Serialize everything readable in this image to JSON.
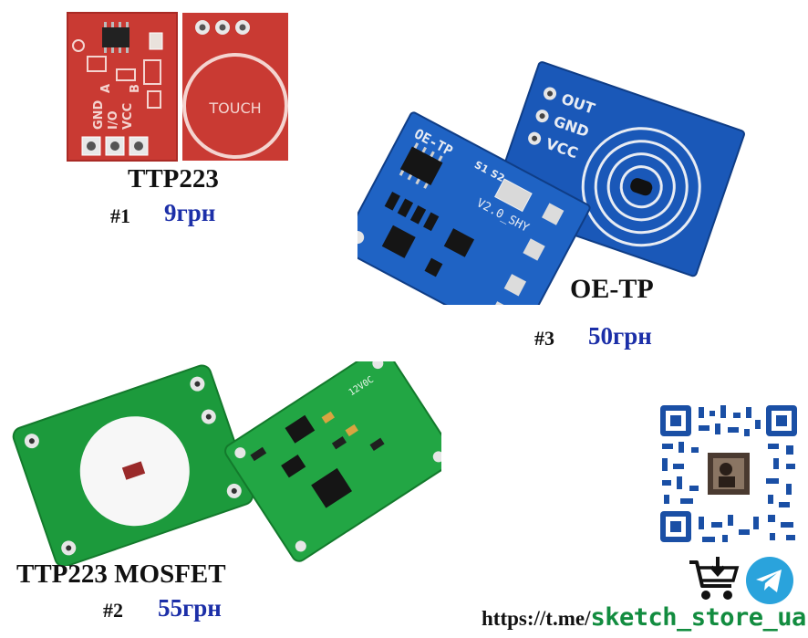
{
  "products": [
    {
      "name": "TTP223",
      "number": "#1",
      "price": "9грн"
    },
    {
      "name": "TTP223 MOSFET",
      "number": "#2",
      "price": "55грн"
    },
    {
      "name": "OE-TP",
      "number": "#3",
      "price": "50грн"
    }
  ],
  "boards": {
    "ttp223": {
      "pins": [
        "GND",
        "I/O",
        "VCC"
      ],
      "pad_label": "TOUCH",
      "pin_marks": [
        "A",
        "B"
      ],
      "color": "#c93a33"
    },
    "oe_tp": {
      "silk_title": "OE-TP",
      "switches": [
        "S1",
        "S2"
      ],
      "version": "V2.0_SHY",
      "pins": [
        "OUT",
        "GND",
        "VCC"
      ],
      "color": "#1a58b8"
    },
    "mosfet": {
      "silk": "12V0C",
      "color": "#1c9a3c"
    }
  },
  "contact": {
    "url_prefix": "https://t.me/",
    "handle": "sketch_store_ua"
  },
  "colors": {
    "price": "#1c2fa8",
    "handle": "#128c3f",
    "telegram": "#2aa3dc"
  },
  "icons": [
    "qr-code-icon",
    "shopping-cart-icon",
    "telegram-icon"
  ]
}
